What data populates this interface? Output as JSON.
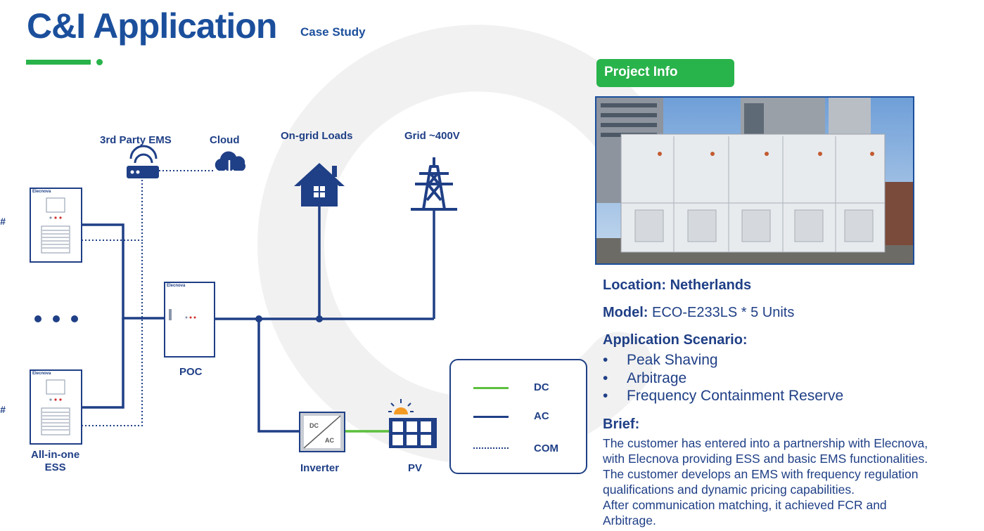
{
  "header": {
    "title": "C&I Application",
    "subtitle": "Case Study"
  },
  "diagram": {
    "labels": {
      "third_party_ems": "3rd Party EMS",
      "cloud": "Cloud",
      "on_grid_loads": "On-grid Loads",
      "grid": "Grid ~400V",
      "poc": "POC",
      "inverter": "Inverter",
      "pv": "PV",
      "all_in_one_ess": "All-in-one\nESS",
      "hash_top": "#",
      "hash_bottom": "#",
      "brand": "Elecnova",
      "inverter_dc": "DC",
      "inverter_ac": "AC"
    },
    "legend": [
      {
        "label": "DC",
        "color": "#5cbf3d",
        "style": "solid"
      },
      {
        "label": "AC",
        "color": "#1f3f86",
        "style": "solid"
      },
      {
        "label": "COM",
        "color": "#1f3f86",
        "style": "dotted"
      }
    ],
    "icons": [
      "router-icon",
      "cloud-icon",
      "house-icon",
      "power-tower-icon",
      "solar-panel-icon",
      "sun-icon"
    ]
  },
  "project": {
    "badge": "Project Info",
    "location_label": "Location:",
    "location_value": "Netherlands",
    "model_label": "Model:",
    "model_value": "ECO-E233LS * 5 Units",
    "scenario_heading": "Application Scenario:",
    "scenarios": [
      "Peak Shaving",
      "Arbitrage",
      "Frequency Containment Reserve"
    ],
    "brief_heading": "Brief:",
    "brief_text": "The customer has entered into a partnership with Elecnova,\nwith Elecnova providing ESS and basic EMS functionalities.\nThe customer develops an EMS with frequency regulation\nqualifications and dynamic pricing capabilities.\nAfter communication matching, it achieved FCR and\nArbitrage."
  },
  "colors": {
    "brand_blue": "#1b4f9c",
    "green": "#29b34b",
    "dc_green": "#5cbf3d",
    "line_blue": "#1f3f86"
  }
}
